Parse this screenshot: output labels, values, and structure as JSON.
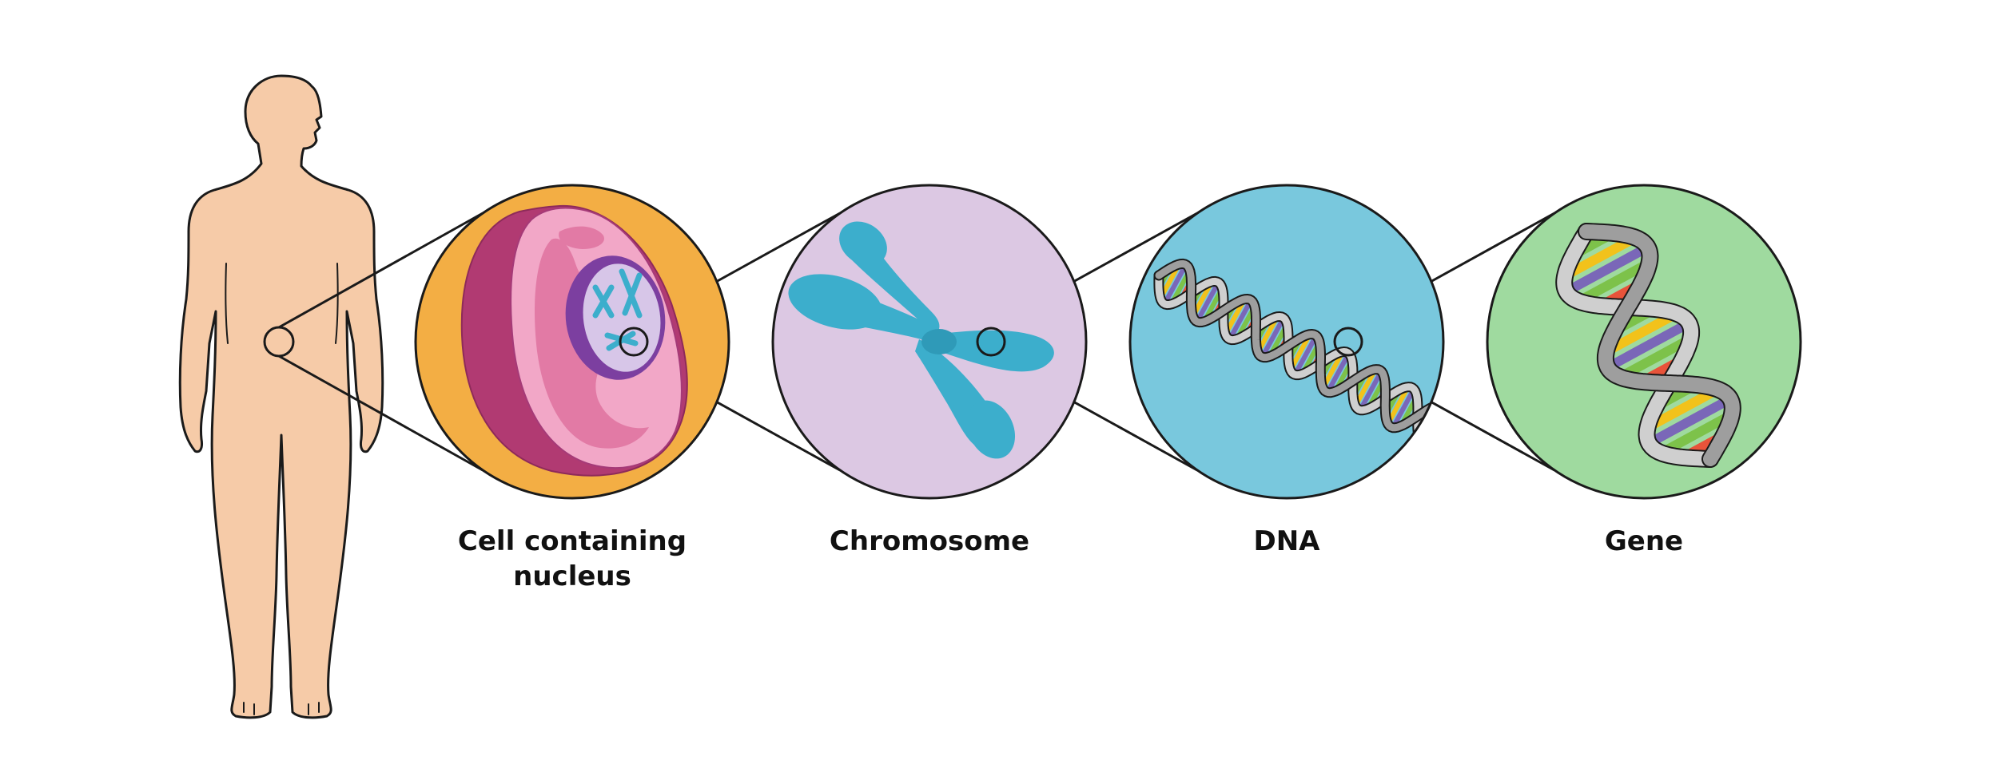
{
  "diagram": {
    "labels": {
      "cell": [
        "Cell containing",
        "nucleus"
      ],
      "chromosome": "Chromosome",
      "dna": "DNA",
      "gene": "Gene"
    },
    "colors": {
      "skin": "#F6CBA8",
      "outline": "#1a1a1a",
      "cell_bg": "#F3AE44",
      "chromosome_bg": "#DCC8E3",
      "dna_bg": "#79C8DD",
      "gene_bg": "#9FDA9F",
      "chromosome_blue": "#3CAECC",
      "cell_dark": "#B13A72",
      "cell_pink": "#F2A7C7",
      "cell_rose": "#E27AA5",
      "nucleus_purple": "#7C3FA0",
      "nucleus_light": "#D7C6E8",
      "backbone": "#CFCFCF",
      "base_red": "#E8533A",
      "base_green": "#7DC24A",
      "base_yellow": "#F2C21B",
      "base_purple": "#7A67B8"
    },
    "icons": [
      "human-body-icon",
      "cell-icon",
      "chromosome-icon",
      "dna-helix-icon",
      "gene-icon"
    ]
  }
}
